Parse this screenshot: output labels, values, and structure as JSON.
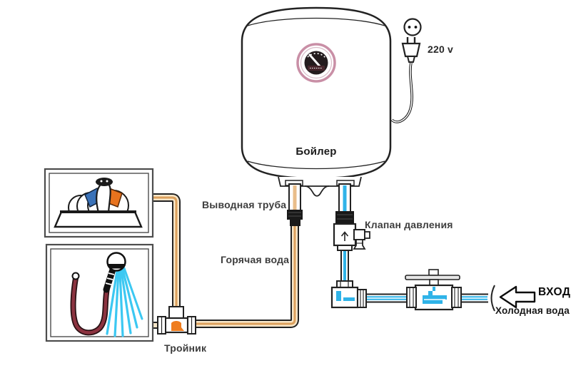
{
  "diagram": {
    "labels": {
      "boiler": "Бойлер",
      "voltage": "220 v",
      "outlet_pipe": "Выводная труба",
      "hot_water": "Горячая вода",
      "pressure_valve": "Клапан давления",
      "tee": "Тройник",
      "inlet": "ВХОД",
      "cold_water": "Холодная вода"
    },
    "icons": {
      "socket": "power-socket-icon",
      "plug": "power-plug-icon",
      "gauge": "temperature-gauge-icon",
      "inlet_arrow": "left-arrow-icon",
      "sink": "kitchen-sink-icon",
      "shower": "shower-head-icon"
    },
    "colors": {
      "outline": "#222222",
      "label_text": "#3d3d3d",
      "hot_pipe": "#f7e6c8",
      "hot_accent": "#dca05c",
      "hot_blob": "#ef7d1f",
      "cold_accent": "#2fb3e8",
      "spray": "#3cc8f2",
      "hose": "#8c3340",
      "hose_dark": "#2a1114",
      "handle_cold": "#3a72b8",
      "handle_hot": "#e8731e",
      "gauge_ring": "#c98fa6"
    }
  }
}
